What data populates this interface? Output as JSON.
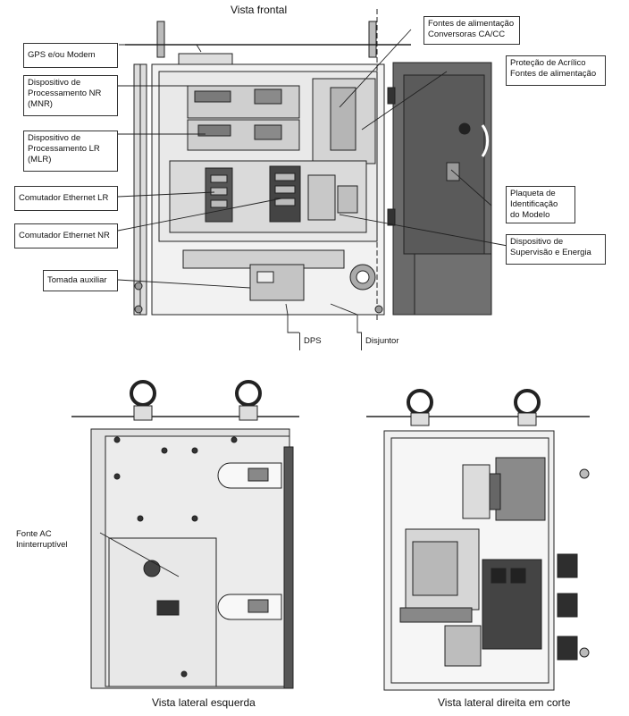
{
  "views": {
    "front": "Vista frontal",
    "left": "Vista lateral esquerda",
    "right": "Vista lateral direita em corte"
  },
  "labels": {
    "gps": "GPS e/ou Modem",
    "mnr": "Dispositivo de\nProcessamento NR\n(MNR)",
    "mlr": "Dispositivo de\nProcessamento LR\n(MLR)",
    "eth_lr": "Comutador Ethernet LR",
    "eth_nr": "Comutador Ethernet NR",
    "tomada": "Tomada auxiliar",
    "fontes": "Fontes de alimentação\nConversoras CA/CC",
    "acrilico": "Proteção de Acrílico\nFontes de alimentação",
    "plaqueta": "Plaqueta de\nIdentificação\ndo Modelo",
    "supervisao": "Dispositivo de\nSupervisão e Energia",
    "dps": "DPS",
    "disjuntor": "Disjuntor",
    "fonte_ac": "Fonte AC\nIninterruptível"
  },
  "colors": {
    "line": "#222222",
    "panel": "#e6e6e6",
    "dark": "#3a3a3a",
    "mid": "#9a9a9a"
  }
}
